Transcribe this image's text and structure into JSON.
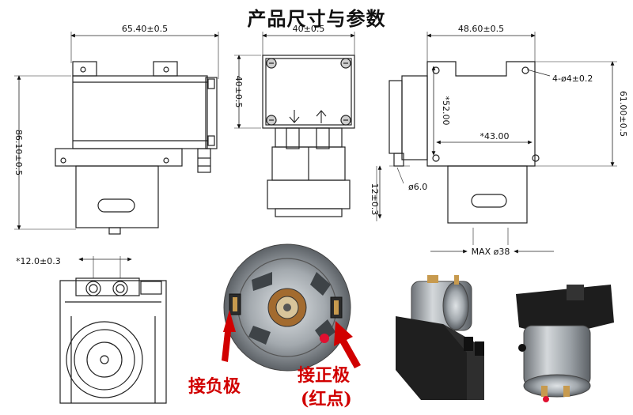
{
  "title": "产品尺寸与参数",
  "dimensions": {
    "side_width": "65.40±0.5",
    "side_height": "86.10±0.5",
    "front_width": "40±0.5",
    "front_height": "40±0.5",
    "rear_width": "48.60±0.5",
    "rear_hole": "4-ø4±0.2",
    "rear_vertical": "*52.00",
    "rear_horizontal": "*43.00",
    "rear_height": "61.00±0.5",
    "port_diameter": "ø6.0",
    "port_length": "12±0.3",
    "motor_max": "MAX ø38",
    "port_spacing": "*12.0±0.3"
  },
  "labels": {
    "negative": "接负极",
    "positive": "接正极",
    "positive_note": "(红点)"
  },
  "colors": {
    "label_red": "#d10000",
    "dot_red": "#e01030",
    "motor_gray": "#8f959a"
  },
  "icons": [
    "arrow-down-icon",
    "arrow-up-icon",
    "negative-terminal-arrow",
    "positive-terminal-arrow"
  ]
}
